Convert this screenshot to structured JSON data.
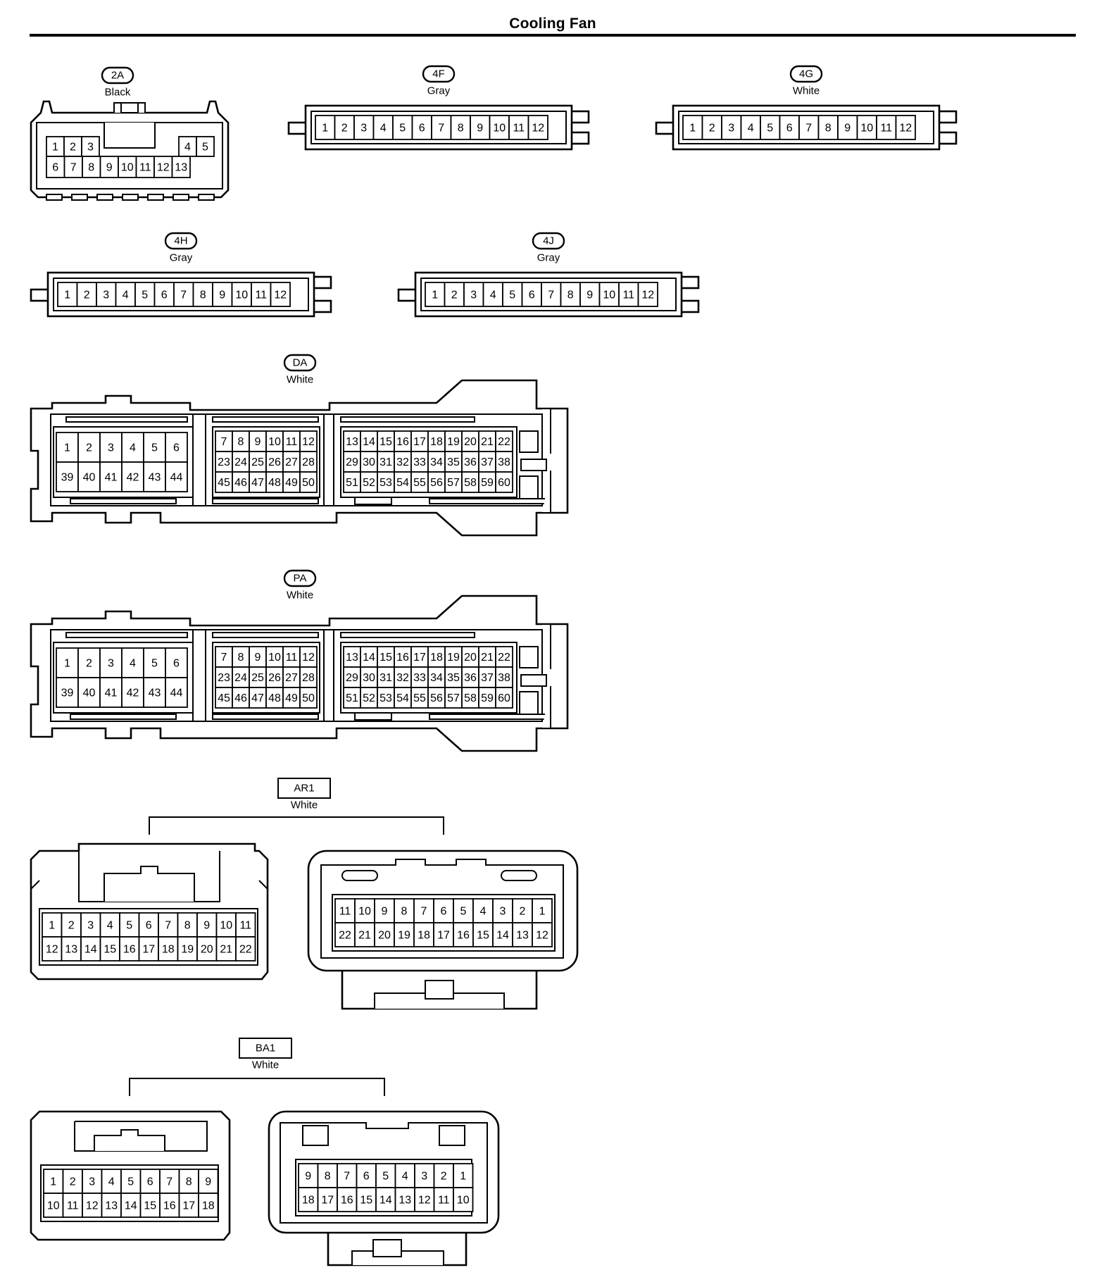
{
  "page": {
    "title": "Cooling Fan"
  },
  "connectors": [
    {
      "id": "2A",
      "color": "Black",
      "tag_style": "oval",
      "pins": {
        "rows": [
          [
            "1",
            "2",
            "3",
            "4",
            "5"
          ],
          [
            "6",
            "7",
            "8",
            "9",
            "10",
            "11",
            "12",
            "13"
          ]
        ]
      }
    },
    {
      "id": "4F",
      "color": "Gray",
      "tag_style": "oval",
      "pins": {
        "rows": [
          [
            "1",
            "2",
            "3",
            "4",
            "5",
            "6",
            "7",
            "8",
            "9",
            "10",
            "11",
            "12"
          ]
        ]
      }
    },
    {
      "id": "4G",
      "color": "White",
      "tag_style": "oval",
      "pins": {
        "rows": [
          [
            "1",
            "2",
            "3",
            "4",
            "5",
            "6",
            "7",
            "8",
            "9",
            "10",
            "11",
            "12"
          ]
        ]
      }
    },
    {
      "id": "4H",
      "color": "Gray",
      "tag_style": "oval",
      "pins": {
        "rows": [
          [
            "1",
            "2",
            "3",
            "4",
            "5",
            "6",
            "7",
            "8",
            "9",
            "10",
            "11",
            "12"
          ]
        ]
      }
    },
    {
      "id": "4J",
      "color": "Gray",
      "tag_style": "oval",
      "pins": {
        "rows": [
          [
            "1",
            "2",
            "3",
            "4",
            "5",
            "6",
            "7",
            "8",
            "9",
            "10",
            "11",
            "12"
          ]
        ]
      }
    },
    {
      "id": "DA",
      "color": "White",
      "tag_style": "oval",
      "pins": {
        "blocks": [
          [
            [
              "1",
              "2",
              "3",
              "4",
              "5",
              "6"
            ],
            [
              "39",
              "40",
              "41",
              "42",
              "43",
              "44"
            ]
          ],
          [
            [
              "7",
              "8",
              "9",
              "10",
              "11",
              "12"
            ],
            [
              "23",
              "24",
              "25",
              "26",
              "27",
              "28"
            ],
            [
              "45",
              "46",
              "47",
              "48",
              "49",
              "50"
            ]
          ],
          [
            [
              "13",
              "14",
              "15",
              "16",
              "17",
              "18",
              "19",
              "20",
              "21",
              "22"
            ],
            [
              "29",
              "30",
              "31",
              "32",
              "33",
              "34",
              "35",
              "36",
              "37",
              "38"
            ],
            [
              "51",
              "52",
              "53",
              "54",
              "55",
              "56",
              "57",
              "58",
              "59",
              "60"
            ]
          ]
        ]
      }
    },
    {
      "id": "PA",
      "color": "White",
      "tag_style": "oval",
      "pins": {
        "blocks": [
          [
            [
              "1",
              "2",
              "3",
              "4",
              "5",
              "6"
            ],
            [
              "39",
              "40",
              "41",
              "42",
              "43",
              "44"
            ]
          ],
          [
            [
              "7",
              "8",
              "9",
              "10",
              "11",
              "12"
            ],
            [
              "23",
              "24",
              "25",
              "26",
              "27",
              "28"
            ],
            [
              "45",
              "46",
              "47",
              "48",
              "49",
              "50"
            ]
          ],
          [
            [
              "13",
              "14",
              "15",
              "16",
              "17",
              "18",
              "19",
              "20",
              "21",
              "22"
            ],
            [
              "29",
              "30",
              "31",
              "32",
              "33",
              "34",
              "35",
              "36",
              "37",
              "38"
            ],
            [
              "51",
              "52",
              "53",
              "54",
              "55",
              "56",
              "57",
              "58",
              "59",
              "60"
            ]
          ]
        ]
      }
    },
    {
      "id": "AR1",
      "color": "White",
      "tag_style": "box",
      "pins": {
        "halves": [
          [
            [
              "1",
              "2",
              "3",
              "4",
              "5",
              "6",
              "7",
              "8",
              "9",
              "10",
              "11"
            ],
            [
              "12",
              "13",
              "14",
              "15",
              "16",
              "17",
              "18",
              "19",
              "20",
              "21",
              "22"
            ]
          ],
          [
            [
              "11",
              "10",
              "9",
              "8",
              "7",
              "6",
              "5",
              "4",
              "3",
              "2",
              "1"
            ],
            [
              "22",
              "21",
              "20",
              "19",
              "18",
              "17",
              "16",
              "15",
              "14",
              "13",
              "12"
            ]
          ]
        ]
      }
    },
    {
      "id": "BA1",
      "color": "White",
      "tag_style": "box",
      "pins": {
        "halves": [
          [
            [
              "1",
              "2",
              "3",
              "4",
              "5",
              "6",
              "7",
              "8",
              "9"
            ],
            [
              "10",
              "11",
              "12",
              "13",
              "14",
              "15",
              "16",
              "17",
              "18"
            ]
          ],
          [
            [
              "9",
              "8",
              "7",
              "6",
              "5",
              "4",
              "3",
              "2",
              "1"
            ],
            [
              "18",
              "17",
              "16",
              "15",
              "14",
              "13",
              "12",
              "11",
              "10"
            ]
          ]
        ]
      }
    }
  ]
}
